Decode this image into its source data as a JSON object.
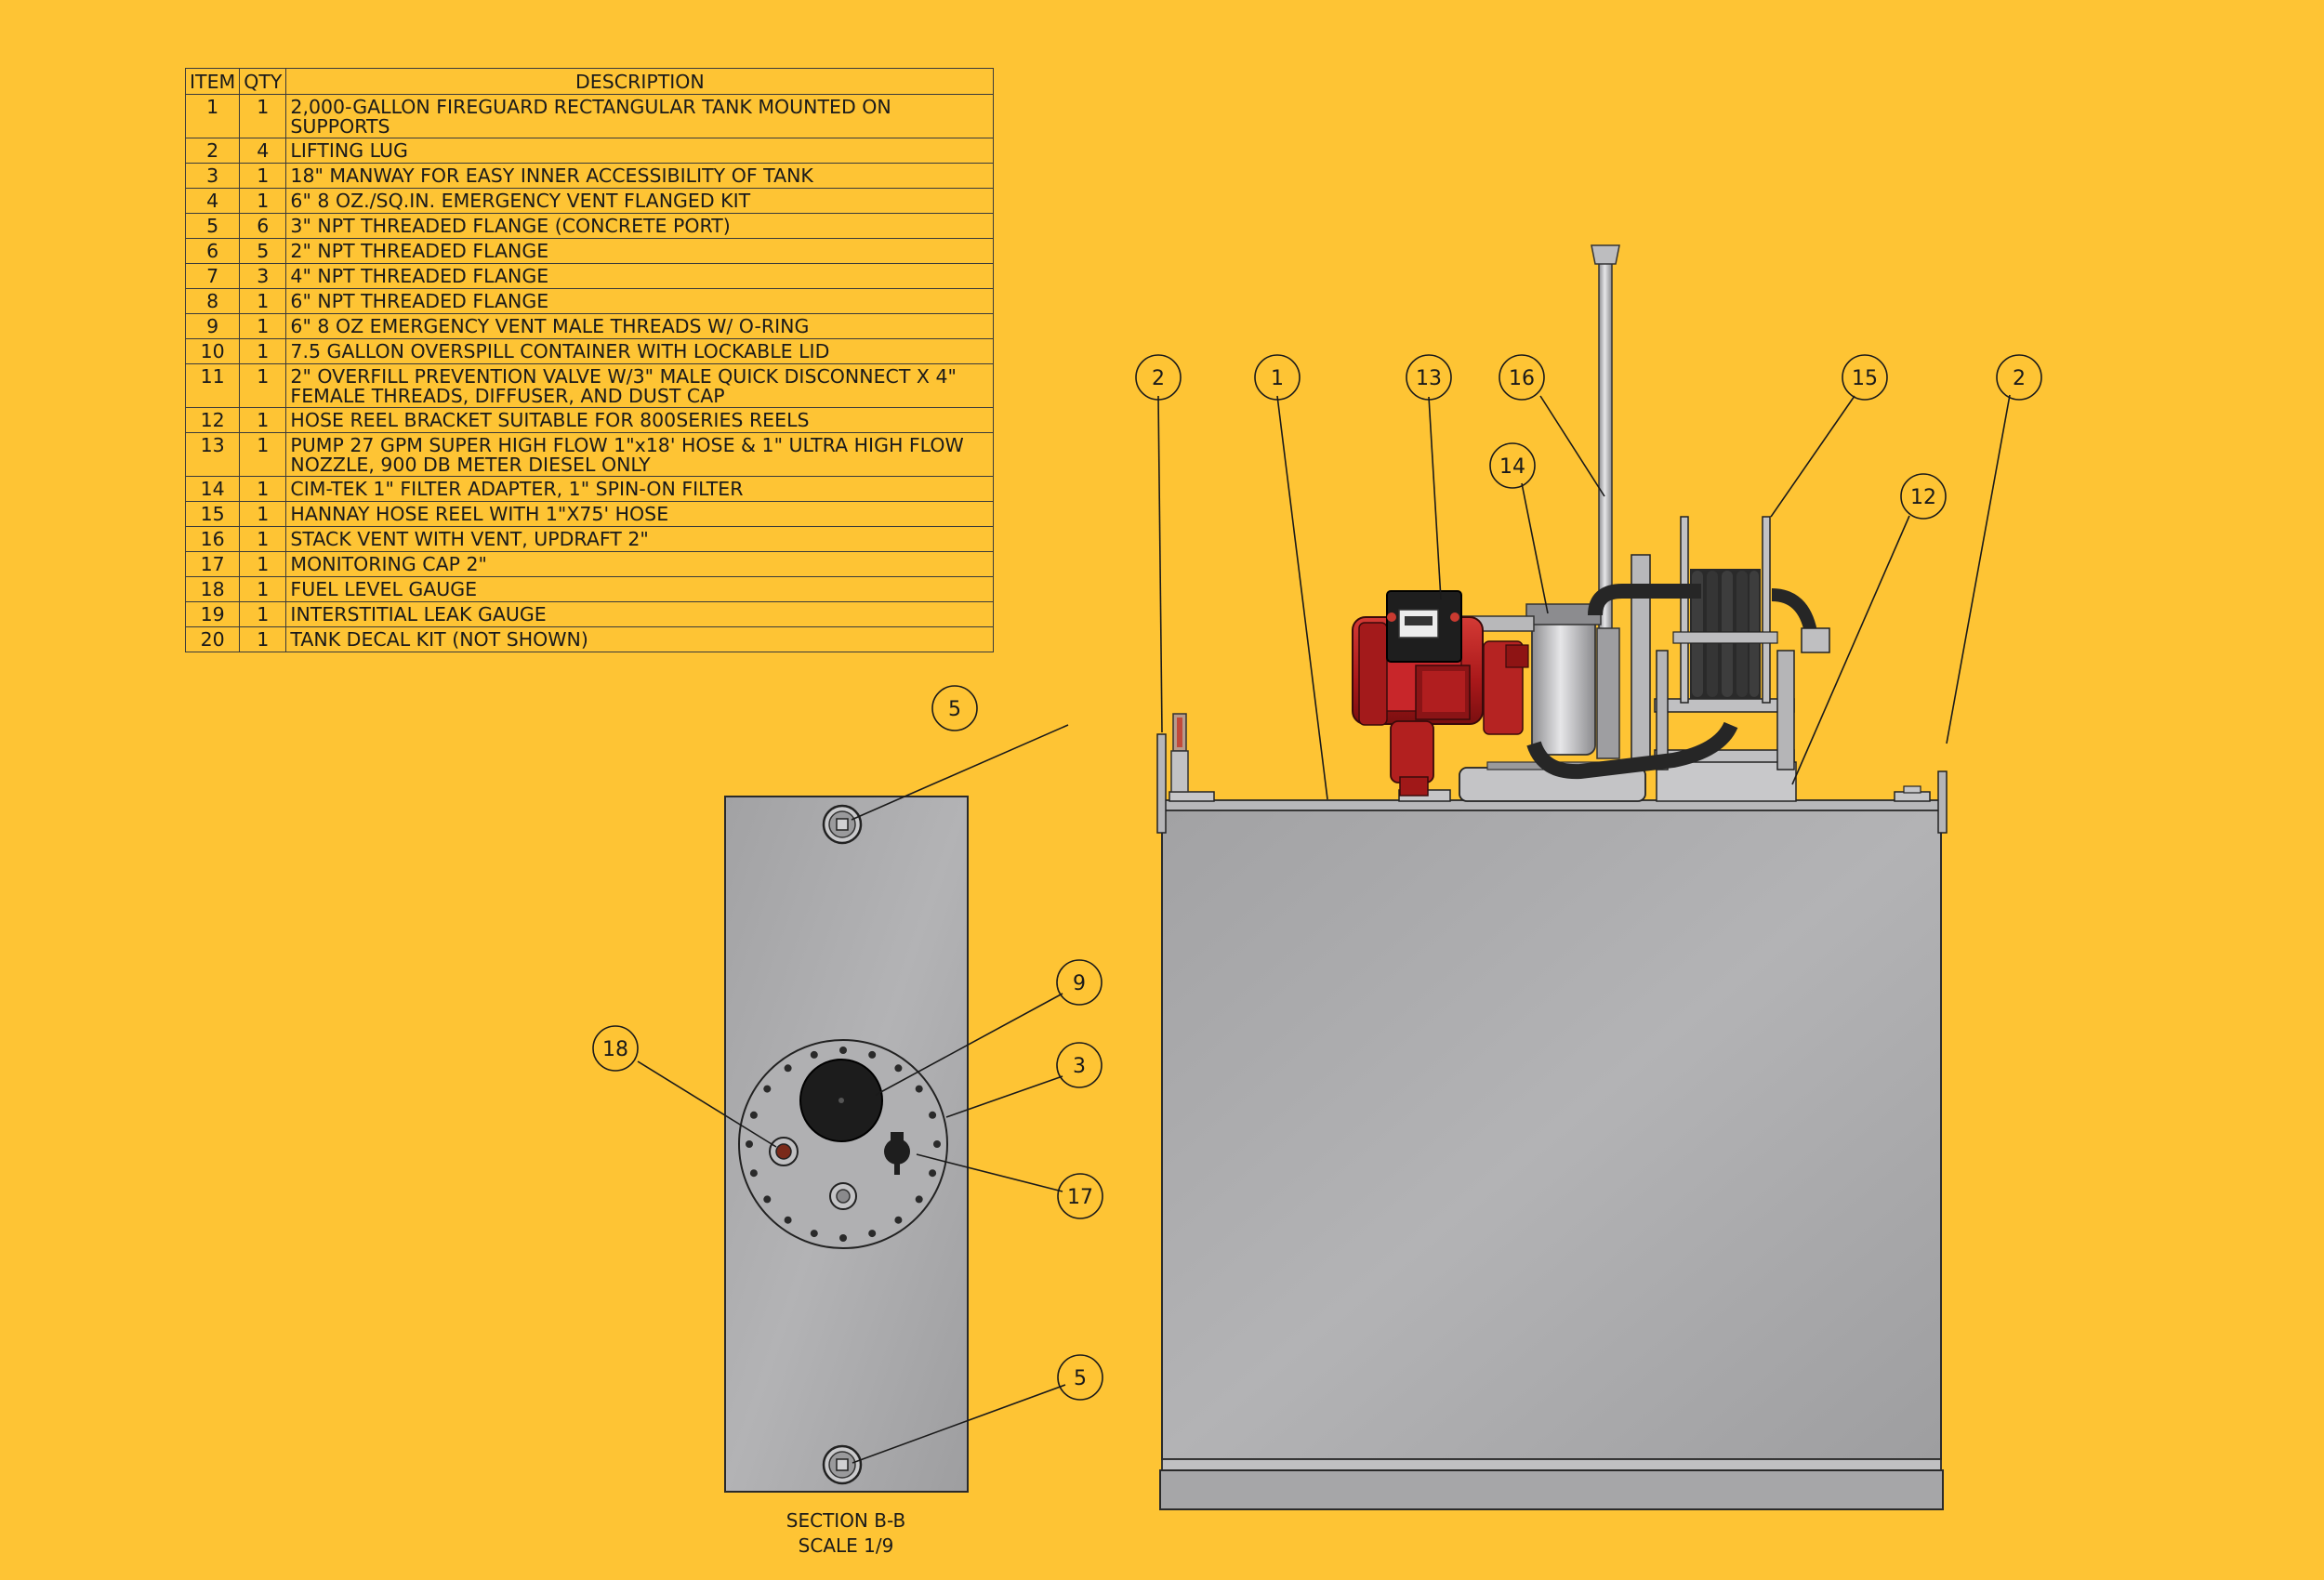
{
  "bom": {
    "headers": {
      "item": "ITEM",
      "qty": "QTY",
      "description": "DESCRIPTION"
    },
    "rows": [
      {
        "item": "1",
        "qty": "1",
        "description": "2,000-GALLON FIREGUARD RECTANGULAR TANK MOUNTED ON SUPPORTS"
      },
      {
        "item": "2",
        "qty": "4",
        "description": "LIFTING LUG"
      },
      {
        "item": "3",
        "qty": "1",
        "description": "18\" MANWAY FOR EASY INNER ACCESSIBILITY OF TANK"
      },
      {
        "item": "4",
        "qty": "1",
        "description": "6\" 8 OZ./SQ.IN. EMERGENCY VENT FLANGED KIT"
      },
      {
        "item": "5",
        "qty": "6",
        "description": "3\" NPT THREADED FLANGE (CONCRETE PORT)"
      },
      {
        "item": "6",
        "qty": "5",
        "description": "2\" NPT THREADED FLANGE"
      },
      {
        "item": "7",
        "qty": "3",
        "description": "4\" NPT THREADED FLANGE"
      },
      {
        "item": "8",
        "qty": "1",
        "description": "6\" NPT THREADED FLANGE"
      },
      {
        "item": "9",
        "qty": "1",
        "description": "6\" 8 OZ EMERGENCY VENT MALE THREADS W/ O-RING"
      },
      {
        "item": "10",
        "qty": "1",
        "description": "7.5 GALLON OVERSPILL CONTAINER WITH LOCKABLE LID"
      },
      {
        "item": "11",
        "qty": "1",
        "description": "2\" OVERFILL PREVENTION VALVE W/3\" MALE QUICK DISCONNECT X 4\"\nFEMALE THREADS, DIFFUSER, AND DUST CAP"
      },
      {
        "item": "12",
        "qty": "1",
        "description": "HOSE REEL BRACKET SUITABLE FOR 800SERIES REELS"
      },
      {
        "item": "13",
        "qty": "1",
        "description": "PUMP 27 GPM SUPER HIGH FLOW 1\"x18' HOSE & 1\" ULTRA HIGH FLOW\nNOZZLE, 900 DB METER DIESEL ONLY"
      },
      {
        "item": "14",
        "qty": "1",
        "description": "CIM-TEK 1\" FILTER ADAPTER, 1\" SPIN-ON FILTER"
      },
      {
        "item": "15",
        "qty": "1",
        "description": "HANNAY HOSE REEL WITH 1\"X75' HOSE"
      },
      {
        "item": "16",
        "qty": "1",
        "description": "STACK VENT WITH VENT, UPDRAFT 2\""
      },
      {
        "item": "17",
        "qty": "1",
        "description": "MONITORING CAP 2\""
      },
      {
        "item": "18",
        "qty": "1",
        "description": "FUEL LEVEL GAUGE"
      },
      {
        "item": "19",
        "qty": "1",
        "description": "INTERSTITIAL LEAK GAUGE"
      },
      {
        "item": "20",
        "qty": "1",
        "description": "TANK DECAL KIT (NOT SHOWN)"
      }
    ]
  },
  "balloons": {
    "b2_left": "2",
    "b1": "1",
    "b13": "13",
    "b16": "16",
    "b14": "14",
    "b15": "15",
    "b2_right": "2",
    "b12": "12",
    "b5_top": "5",
    "b9": "9",
    "b18": "18",
    "b3": "3",
    "b17": "17",
    "b5_bottom": "5"
  },
  "section": {
    "title": "SECTION B-B",
    "scale": "SCALE 1/9"
  },
  "colors": {
    "background": "#fec434",
    "tank_gray": "#a9a9ab",
    "pump_red": "#b01f1f",
    "hose_black": "#262626",
    "leader": "#1a1a1a"
  }
}
